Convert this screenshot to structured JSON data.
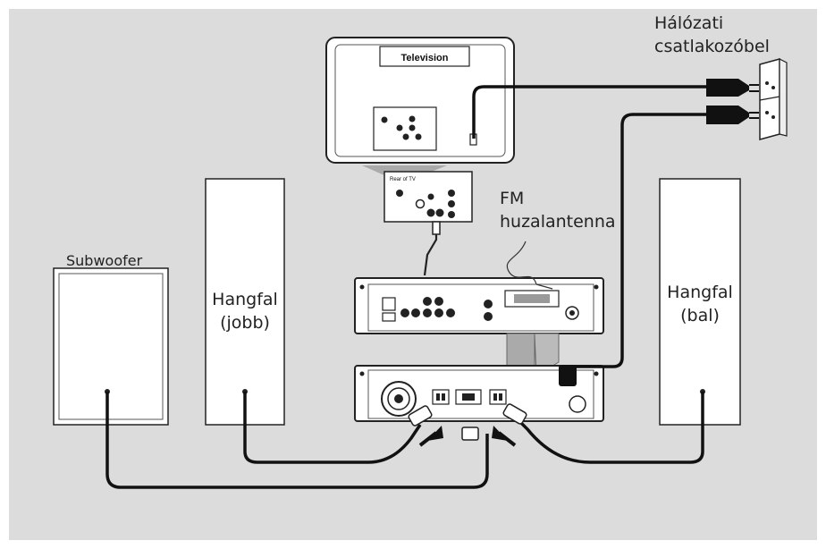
{
  "labels": {
    "power_outlet": [
      "Hálózati",
      "csatlakozóbel"
    ],
    "fm_antenna": [
      "FM",
      "huzalantenna"
    ],
    "subwoofer": "Subwoofer",
    "speaker_right": [
      "Hangfal",
      "(jobb)"
    ],
    "speaker_left": [
      "Hangfal",
      "(bal)"
    ],
    "television": "Television",
    "rear_of_tv": "Rear of TV"
  }
}
